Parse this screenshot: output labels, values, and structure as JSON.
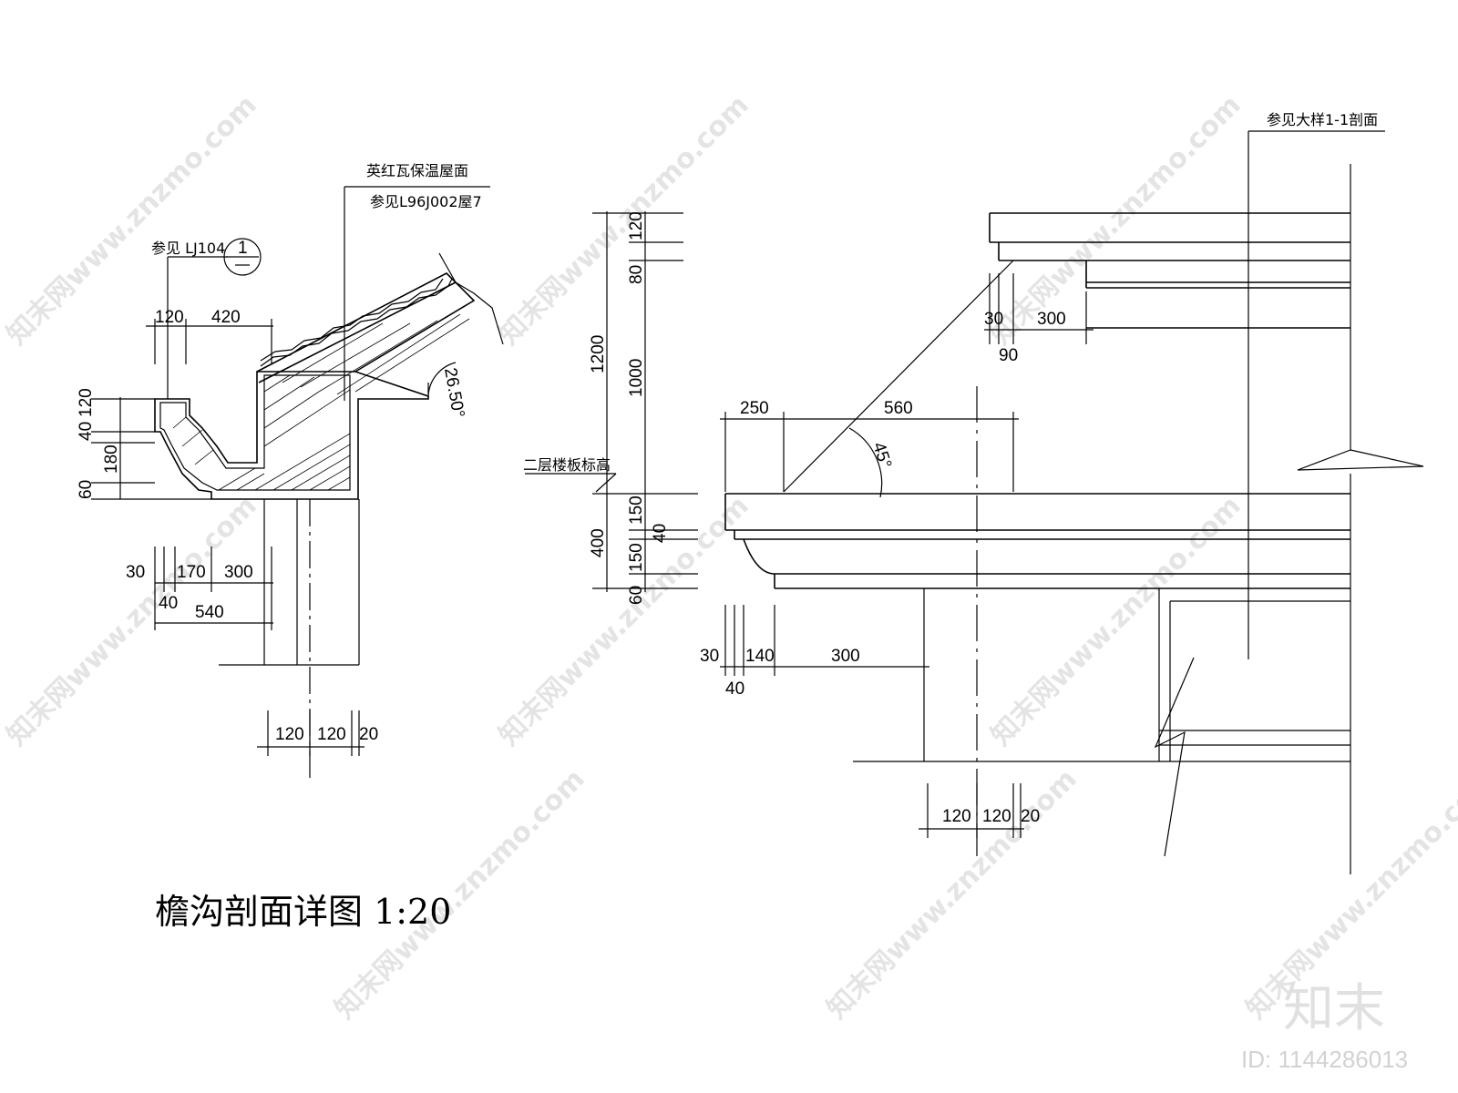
{
  "title": "檐沟剖面详图 1:20",
  "labels": {
    "roof_note_1": "英红瓦保温屋面",
    "roof_note_2": "参见L96J002屋7",
    "ref_lj104": "参见 LJ104",
    "detail_num": "1",
    "angle_roof": "26.50°",
    "floor_level": "二层楼板标高",
    "ref_detail": "参见大样1-1剖面",
    "angle_45": "45°"
  },
  "dims_left": {
    "top": [
      "120",
      "420"
    ],
    "vert": [
      "120",
      "40",
      "180",
      "60"
    ],
    "bottom1": [
      "30",
      "170",
      "300"
    ],
    "bottom_40": "40",
    "bottom_540": "540",
    "wall": [
      "120",
      "120",
      "20"
    ]
  },
  "dims_right": {
    "vert_outer": [
      "1200",
      "400"
    ],
    "vert_inner": [
      "120",
      "80",
      "1000",
      "150",
      "40",
      "150",
      "60"
    ],
    "top": [
      "30",
      "300"
    ],
    "top_90": "90",
    "mid": [
      "250",
      "560"
    ],
    "bottom": [
      "30",
      "140",
      "300"
    ],
    "bottom_40": "40",
    "wall": [
      "120",
      "120",
      "20"
    ]
  },
  "watermark": {
    "text": "知末网www.znzmo.com",
    "brand": "知末",
    "id": "ID: 1144286013"
  }
}
